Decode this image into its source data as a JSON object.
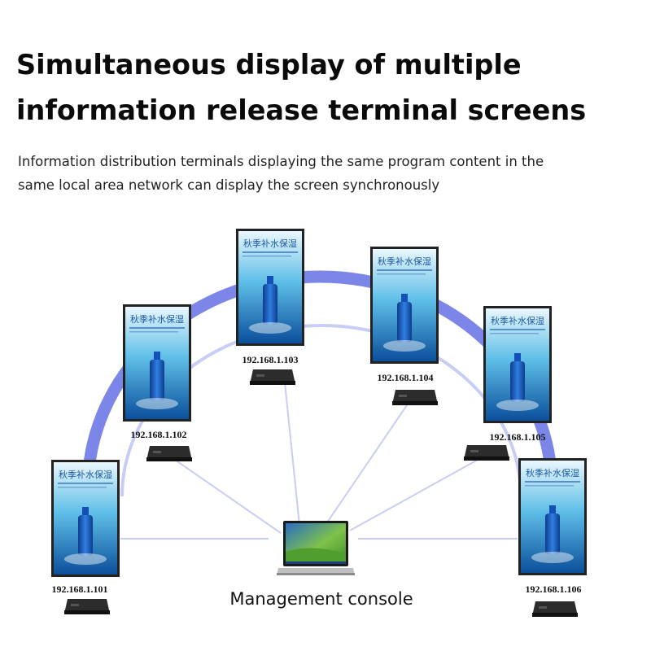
{
  "title": {
    "line1": "Simultaneous display of multiple",
    "line2": "information release terminal screens"
  },
  "subtitle": {
    "line1": "Information distribution terminals displaying the same program content in the",
    "line2": "same local area network can display the screen synchronously"
  },
  "terminals": [
    {
      "ip": "192.168.1.101",
      "screen_text": "秋季补水保湿"
    },
    {
      "ip": "192.168.1.102",
      "screen_text": "秋季补水保湿"
    },
    {
      "ip": "192.168.1.103",
      "screen_text": "秋季补水保湿"
    },
    {
      "ip": "192.168.1.104",
      "screen_text": "秋季补水保湿"
    },
    {
      "ip": "192.168.1.105",
      "screen_text": "秋季补水保湿"
    },
    {
      "ip": "192.168.1.106",
      "screen_text": "秋季补水保湿"
    }
  ],
  "console": {
    "label": "Management console"
  },
  "colors": {
    "arc_outer": "#7b86e8",
    "arc_inner": "#c8cdf5",
    "screen_top": "#eaf7fd",
    "screen_mid": "#5fbfe8",
    "screen_bottom": "#0b4f9c",
    "bottle": "#1550b8"
  },
  "icons": {
    "screen": "digital-signage-screen-icon",
    "box": "media-player-box-icon",
    "console": "laptop-icon"
  }
}
